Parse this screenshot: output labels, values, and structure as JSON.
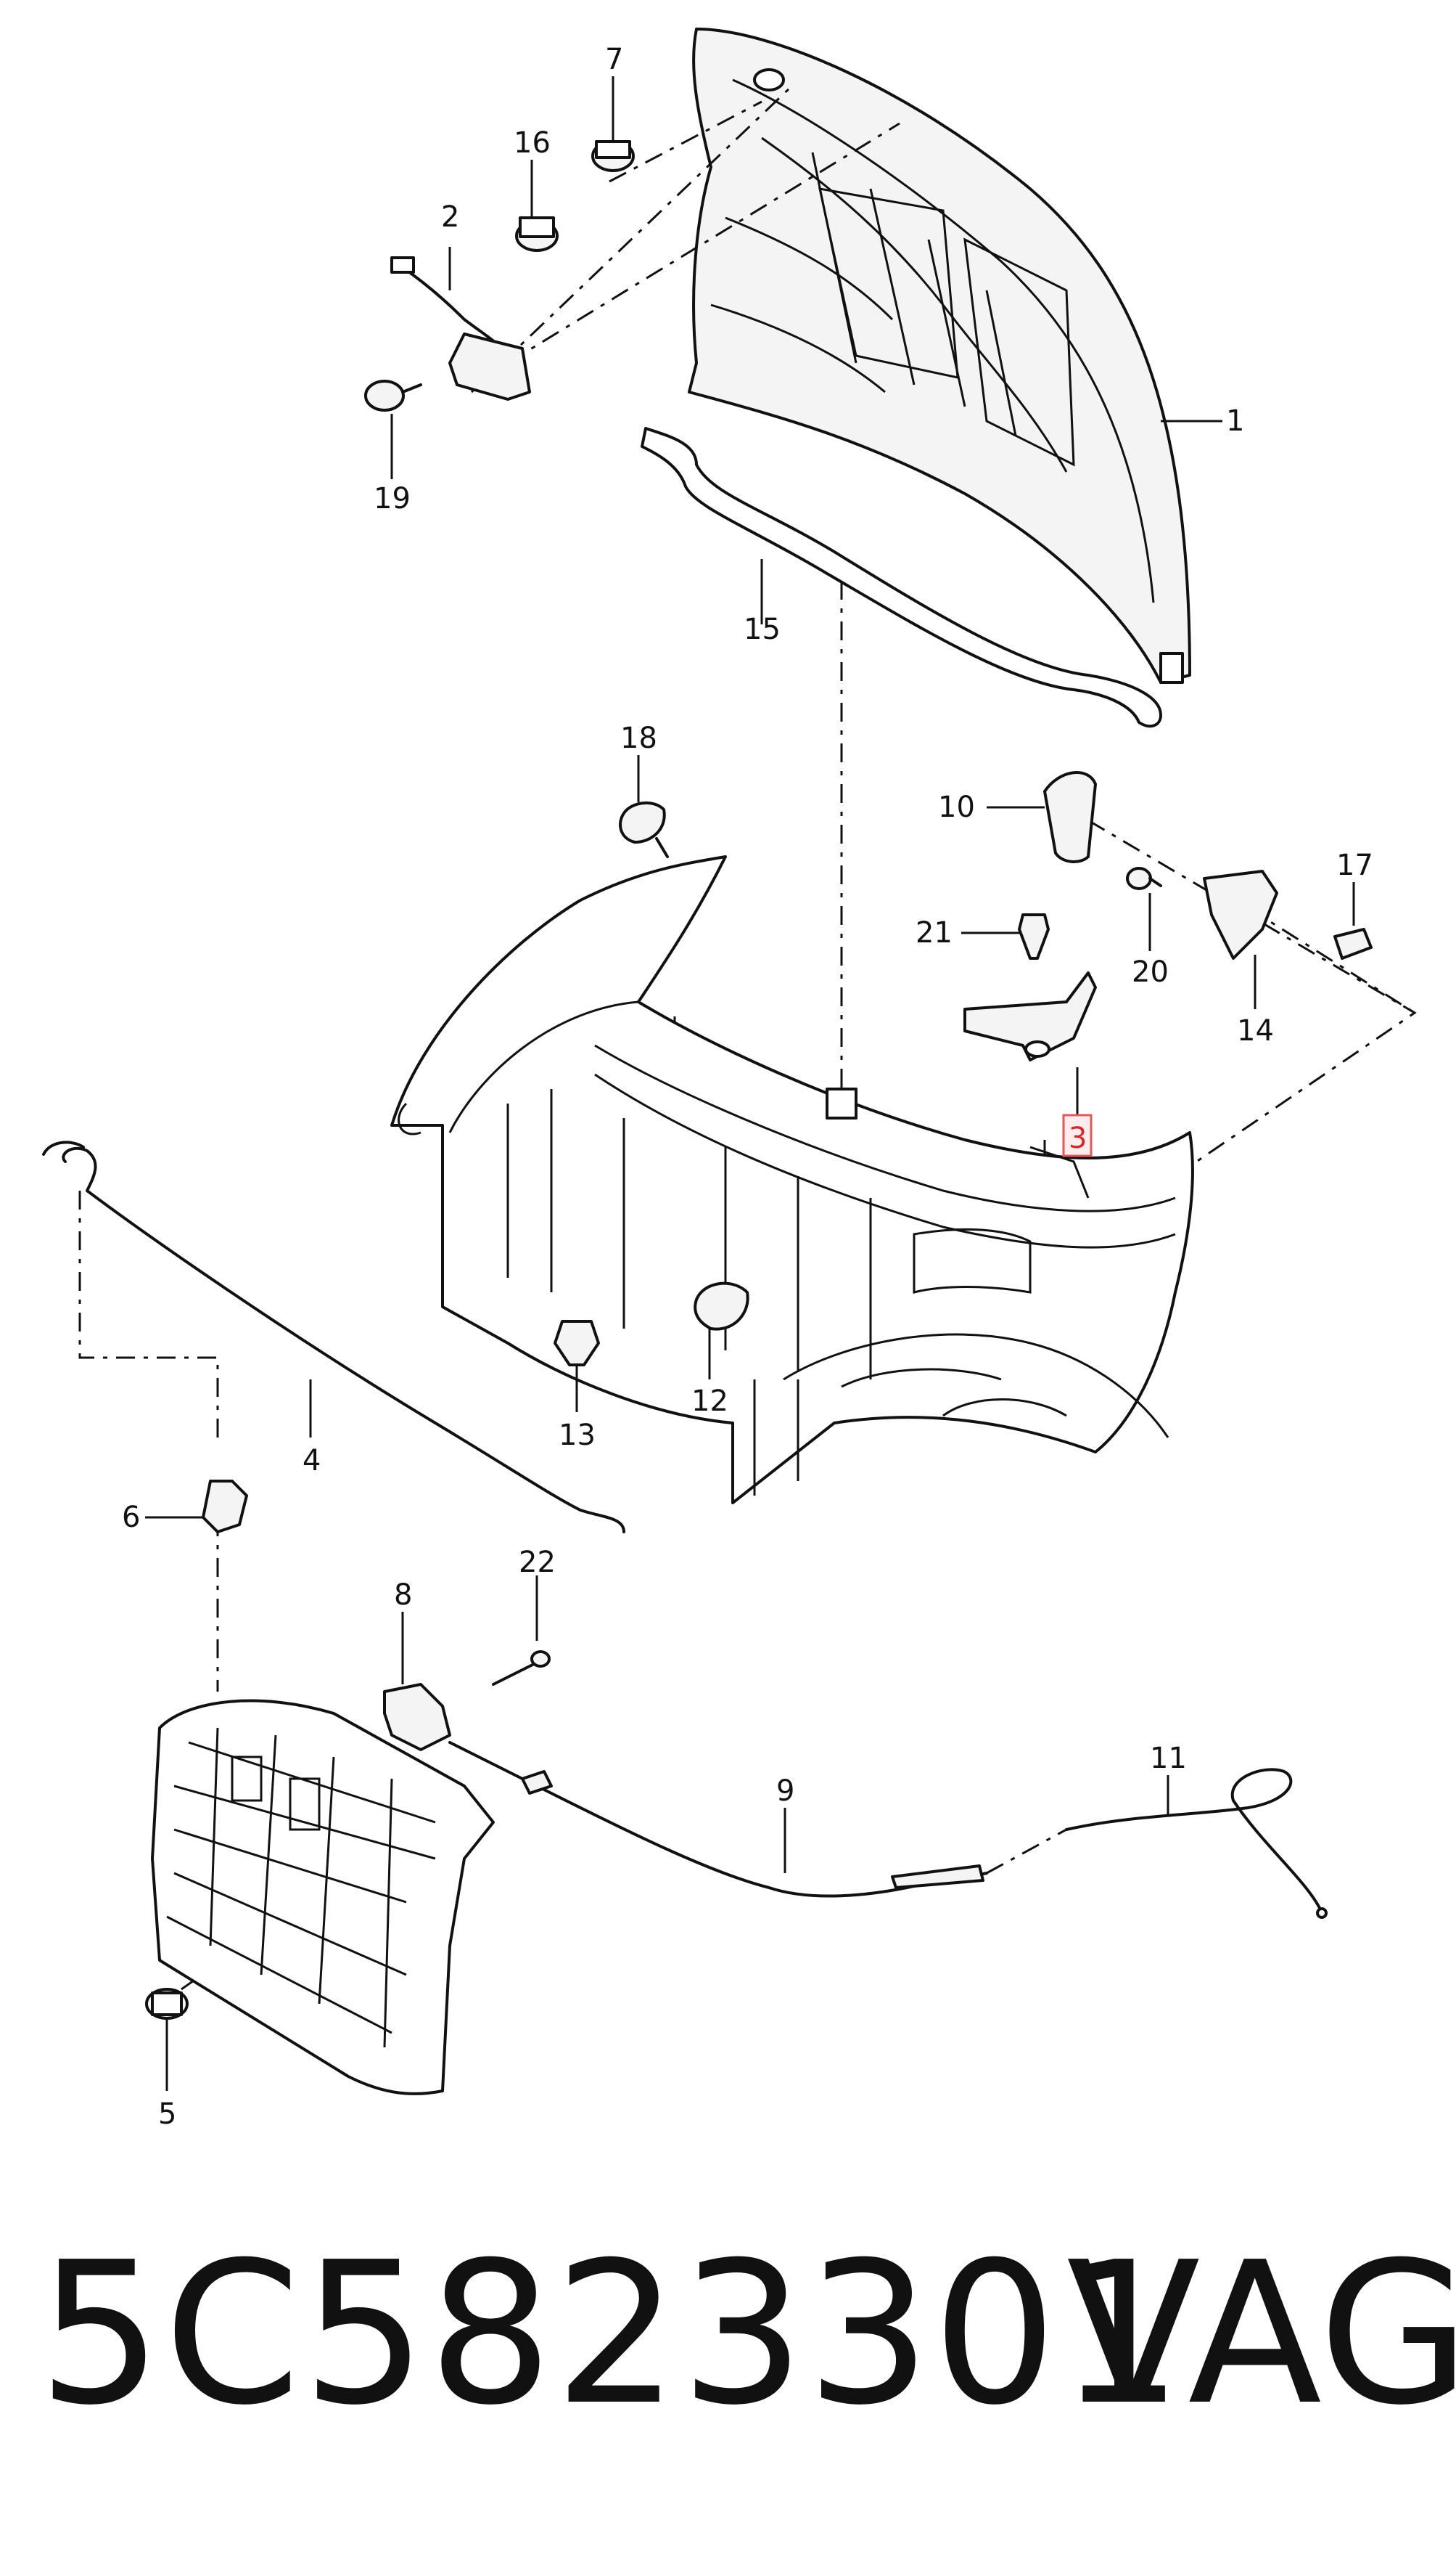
{
  "callouts": {
    "c1": "1",
    "c2": "2",
    "c3": "3",
    "c4": "4",
    "c5": "5",
    "c6": "6",
    "c7": "7",
    "c8": "8",
    "c9": "9",
    "c10": "10",
    "c11": "11",
    "c12": "12",
    "c13": "13",
    "c14": "14",
    "c15": "15",
    "c16": "16",
    "c17": "17",
    "c18": "18",
    "c19": "19",
    "c20": "20",
    "c21": "21",
    "c22": "22"
  },
  "highlighted_callout": "3",
  "footer": {
    "part_number": "5C5823301",
    "brand": "VAG"
  },
  "colors": {
    "line": "#111111",
    "highlight_border": "#e05a5a",
    "highlight_fill": "#ffecec"
  }
}
